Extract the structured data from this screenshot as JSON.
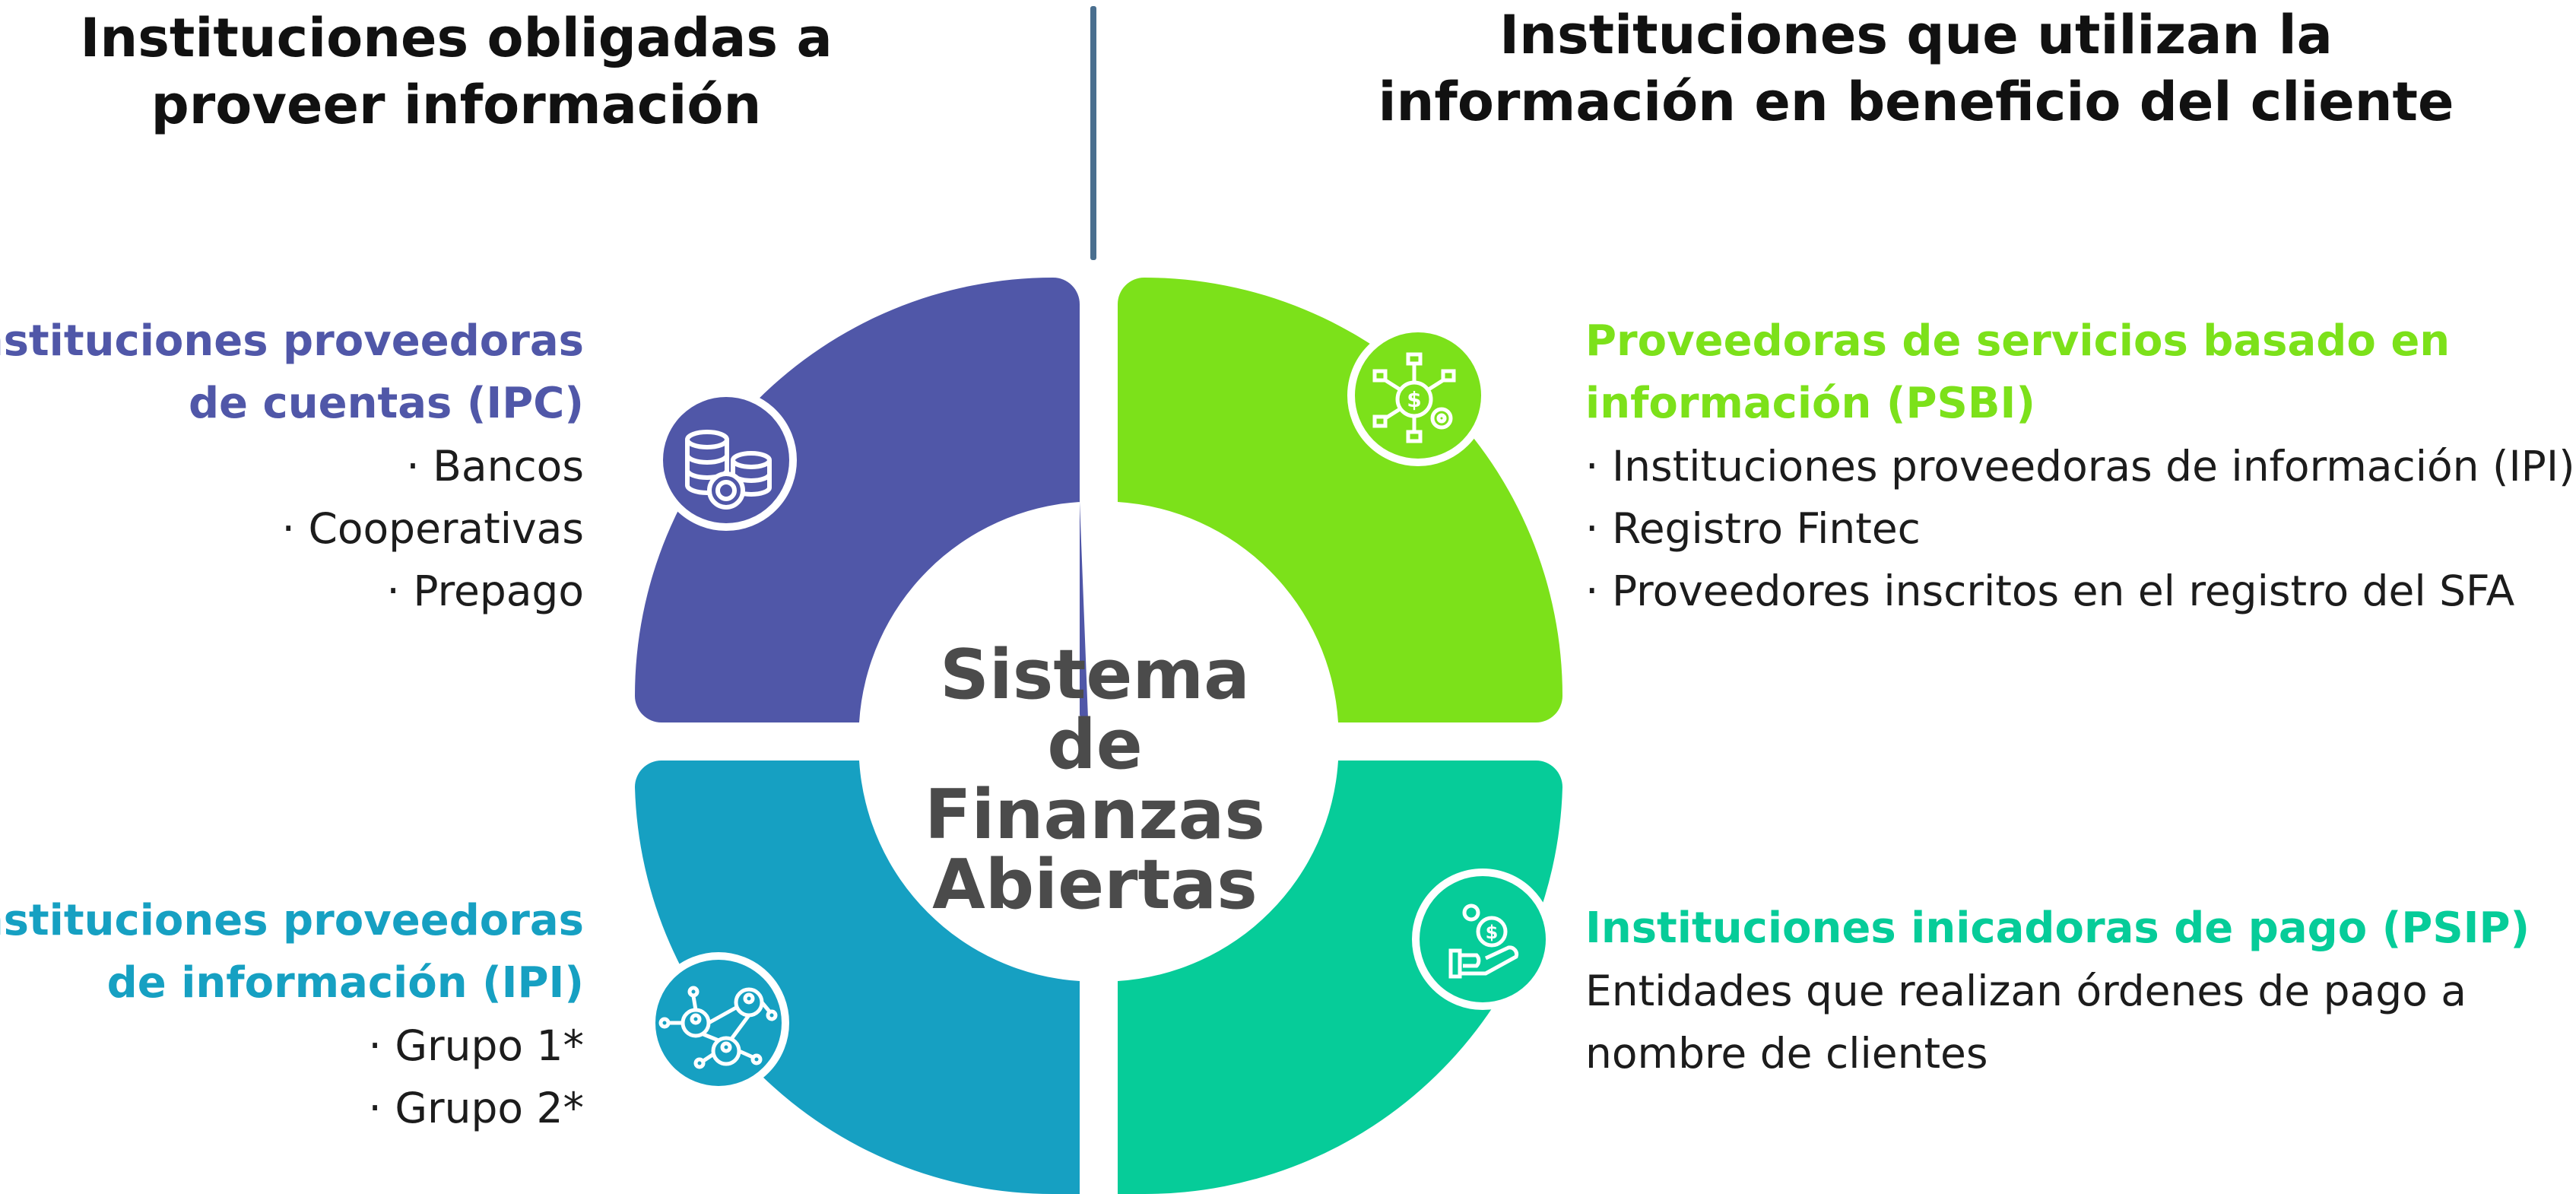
{
  "headings": {
    "left": "Instituciones obligadas a\nproveer información",
    "right": "Instituciones que utilizan la\ninformación en beneficio del cliente"
  },
  "center": {
    "line1": "Sistema de",
    "line2": "Finanzas",
    "line3": "Abiertas"
  },
  "colors": {
    "ipc": "#5057a8",
    "ipi": "#16a0c2",
    "psbi": "#7ce11a",
    "psip": "#06cc99",
    "divider": "#4a6f8f",
    "center_text": "#4b4b4b"
  },
  "quadrants": {
    "ipc": {
      "icon": "coins-stack-icon",
      "title_line1": "Instituciones proveedoras",
      "title_line2": "de cuentas (IPC)",
      "items": [
        "· Bancos",
        "· Cooperativas",
        "· Prepago"
      ]
    },
    "ipi": {
      "icon": "network-people-icon",
      "title_line1": "Instituciones proveedoras",
      "title_line2": "de información (IPI)",
      "items": [
        "· Grupo 1*",
        "· Grupo 2*"
      ]
    },
    "psbi": {
      "icon": "dollar-gear-network-icon",
      "title_line1": "Proveedoras de servicios basado en",
      "title_line2": "información (PSBI)",
      "items": [
        "· Instituciones proveedoras de información (IPI)",
        "· Registro Fintec",
        "· Proveedores inscritos en el registro del SFA"
      ]
    },
    "psip": {
      "icon": "hand-coin-icon",
      "title": "Instituciones inicadoras de pago (PSIP)",
      "description_line1": "Entidades que realizan órdenes de pago a",
      "description_line2": "nombre de clientes"
    }
  }
}
